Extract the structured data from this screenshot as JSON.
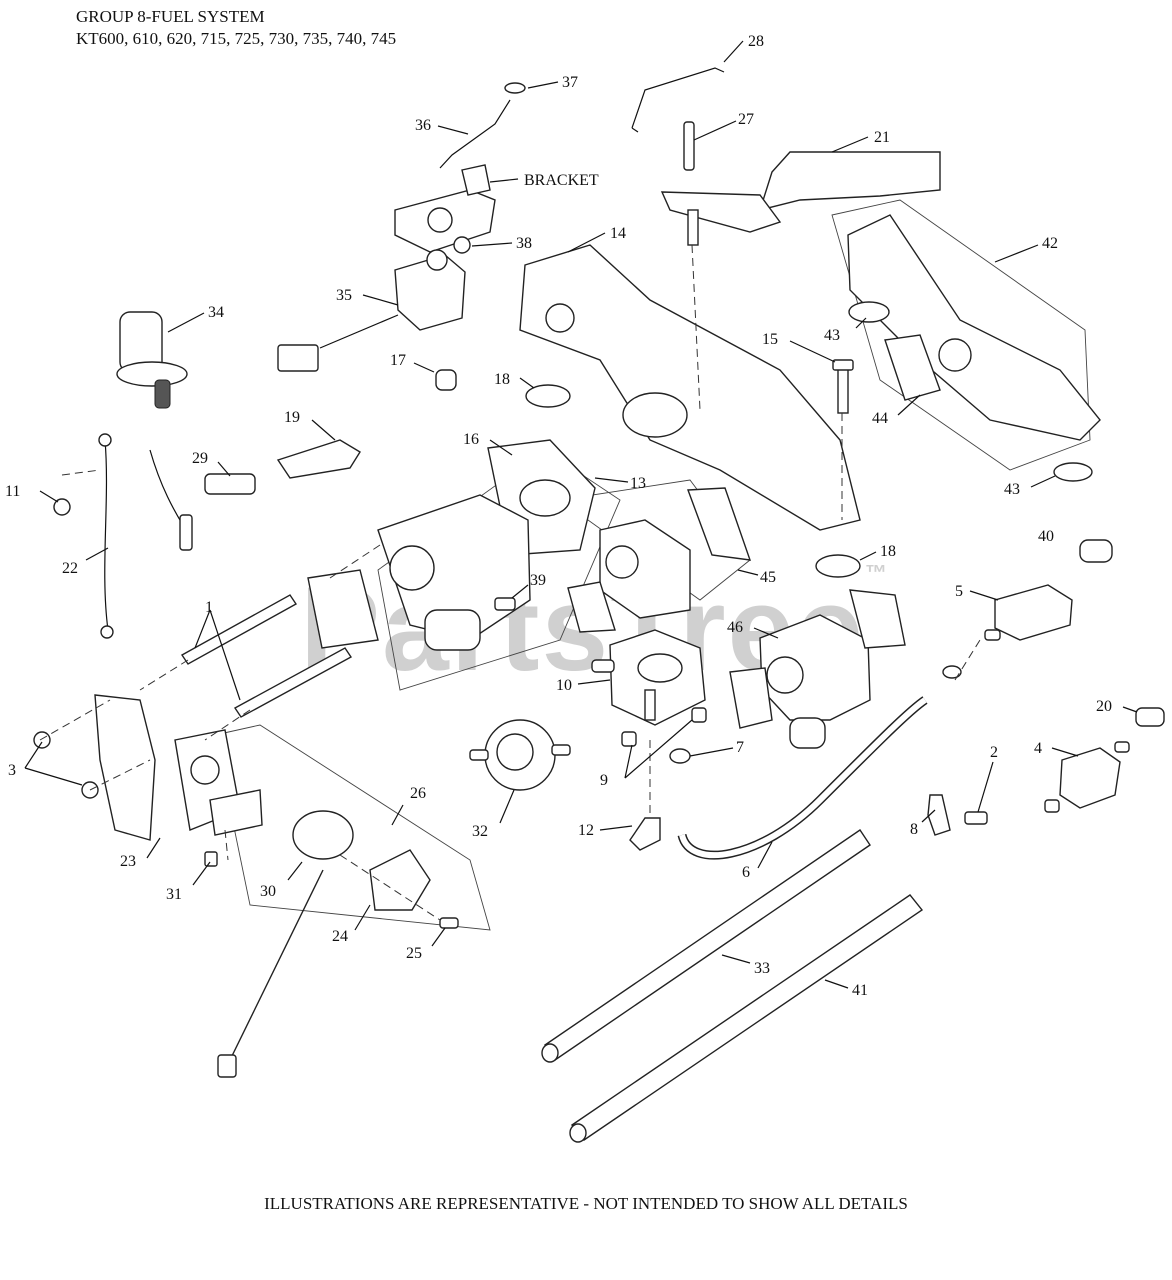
{
  "header": {
    "title_line1": "GROUP 8-FUEL SYSTEM",
    "title_line2": "KT600, 610, 620, 715, 725, 730, 735, 740, 745"
  },
  "footer": {
    "note": "ILLUSTRATIONS ARE REPRESENTATIVE - NOT INTENDED TO SHOW ALL DETAILS"
  },
  "watermark": {
    "text": "PartsTree",
    "mark": "™"
  },
  "callouts": {
    "c1": "1",
    "c2": "2",
    "c3": "3",
    "c4": "4",
    "c5": "5",
    "c6": "6",
    "c7": "7",
    "c8": "8",
    "c9": "9",
    "c10": "10",
    "c11": "11",
    "c12": "12",
    "c13": "13",
    "c14": "14",
    "c15": "15",
    "c16": "16",
    "c17": "17",
    "c18a": "18",
    "c18b": "18",
    "c19": "19",
    "c20": "20",
    "c21": "21",
    "c22": "22",
    "c23": "23",
    "c24": "24",
    "c25": "25",
    "c26": "26",
    "c27": "27",
    "c28": "28",
    "c29": "29",
    "c30": "30",
    "c31": "31",
    "c32": "32",
    "c33": "33",
    "c34": "34",
    "c35": "35",
    "c36": "36",
    "c37": "37",
    "c38": "38",
    "c39": "39",
    "c40": "40",
    "c41": "41",
    "c42": "42",
    "c43a": "43",
    "c43b": "43",
    "c44": "44",
    "c45": "45",
    "c46": "46",
    "bracket": "BRACKET"
  }
}
